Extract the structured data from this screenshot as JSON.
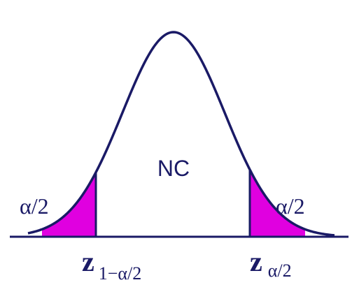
{
  "center_label": "NC",
  "left_tail": {
    "label": "α/2",
    "z_main": "z",
    "z_sub": "1−α/2"
  },
  "right_tail": {
    "label": "α/2",
    "z_main": "z",
    "z_sub": "α/2"
  },
  "colors": {
    "curve": "#1a1a66",
    "tail_fill": "#e000e0",
    "text": "#1a1a66"
  }
}
